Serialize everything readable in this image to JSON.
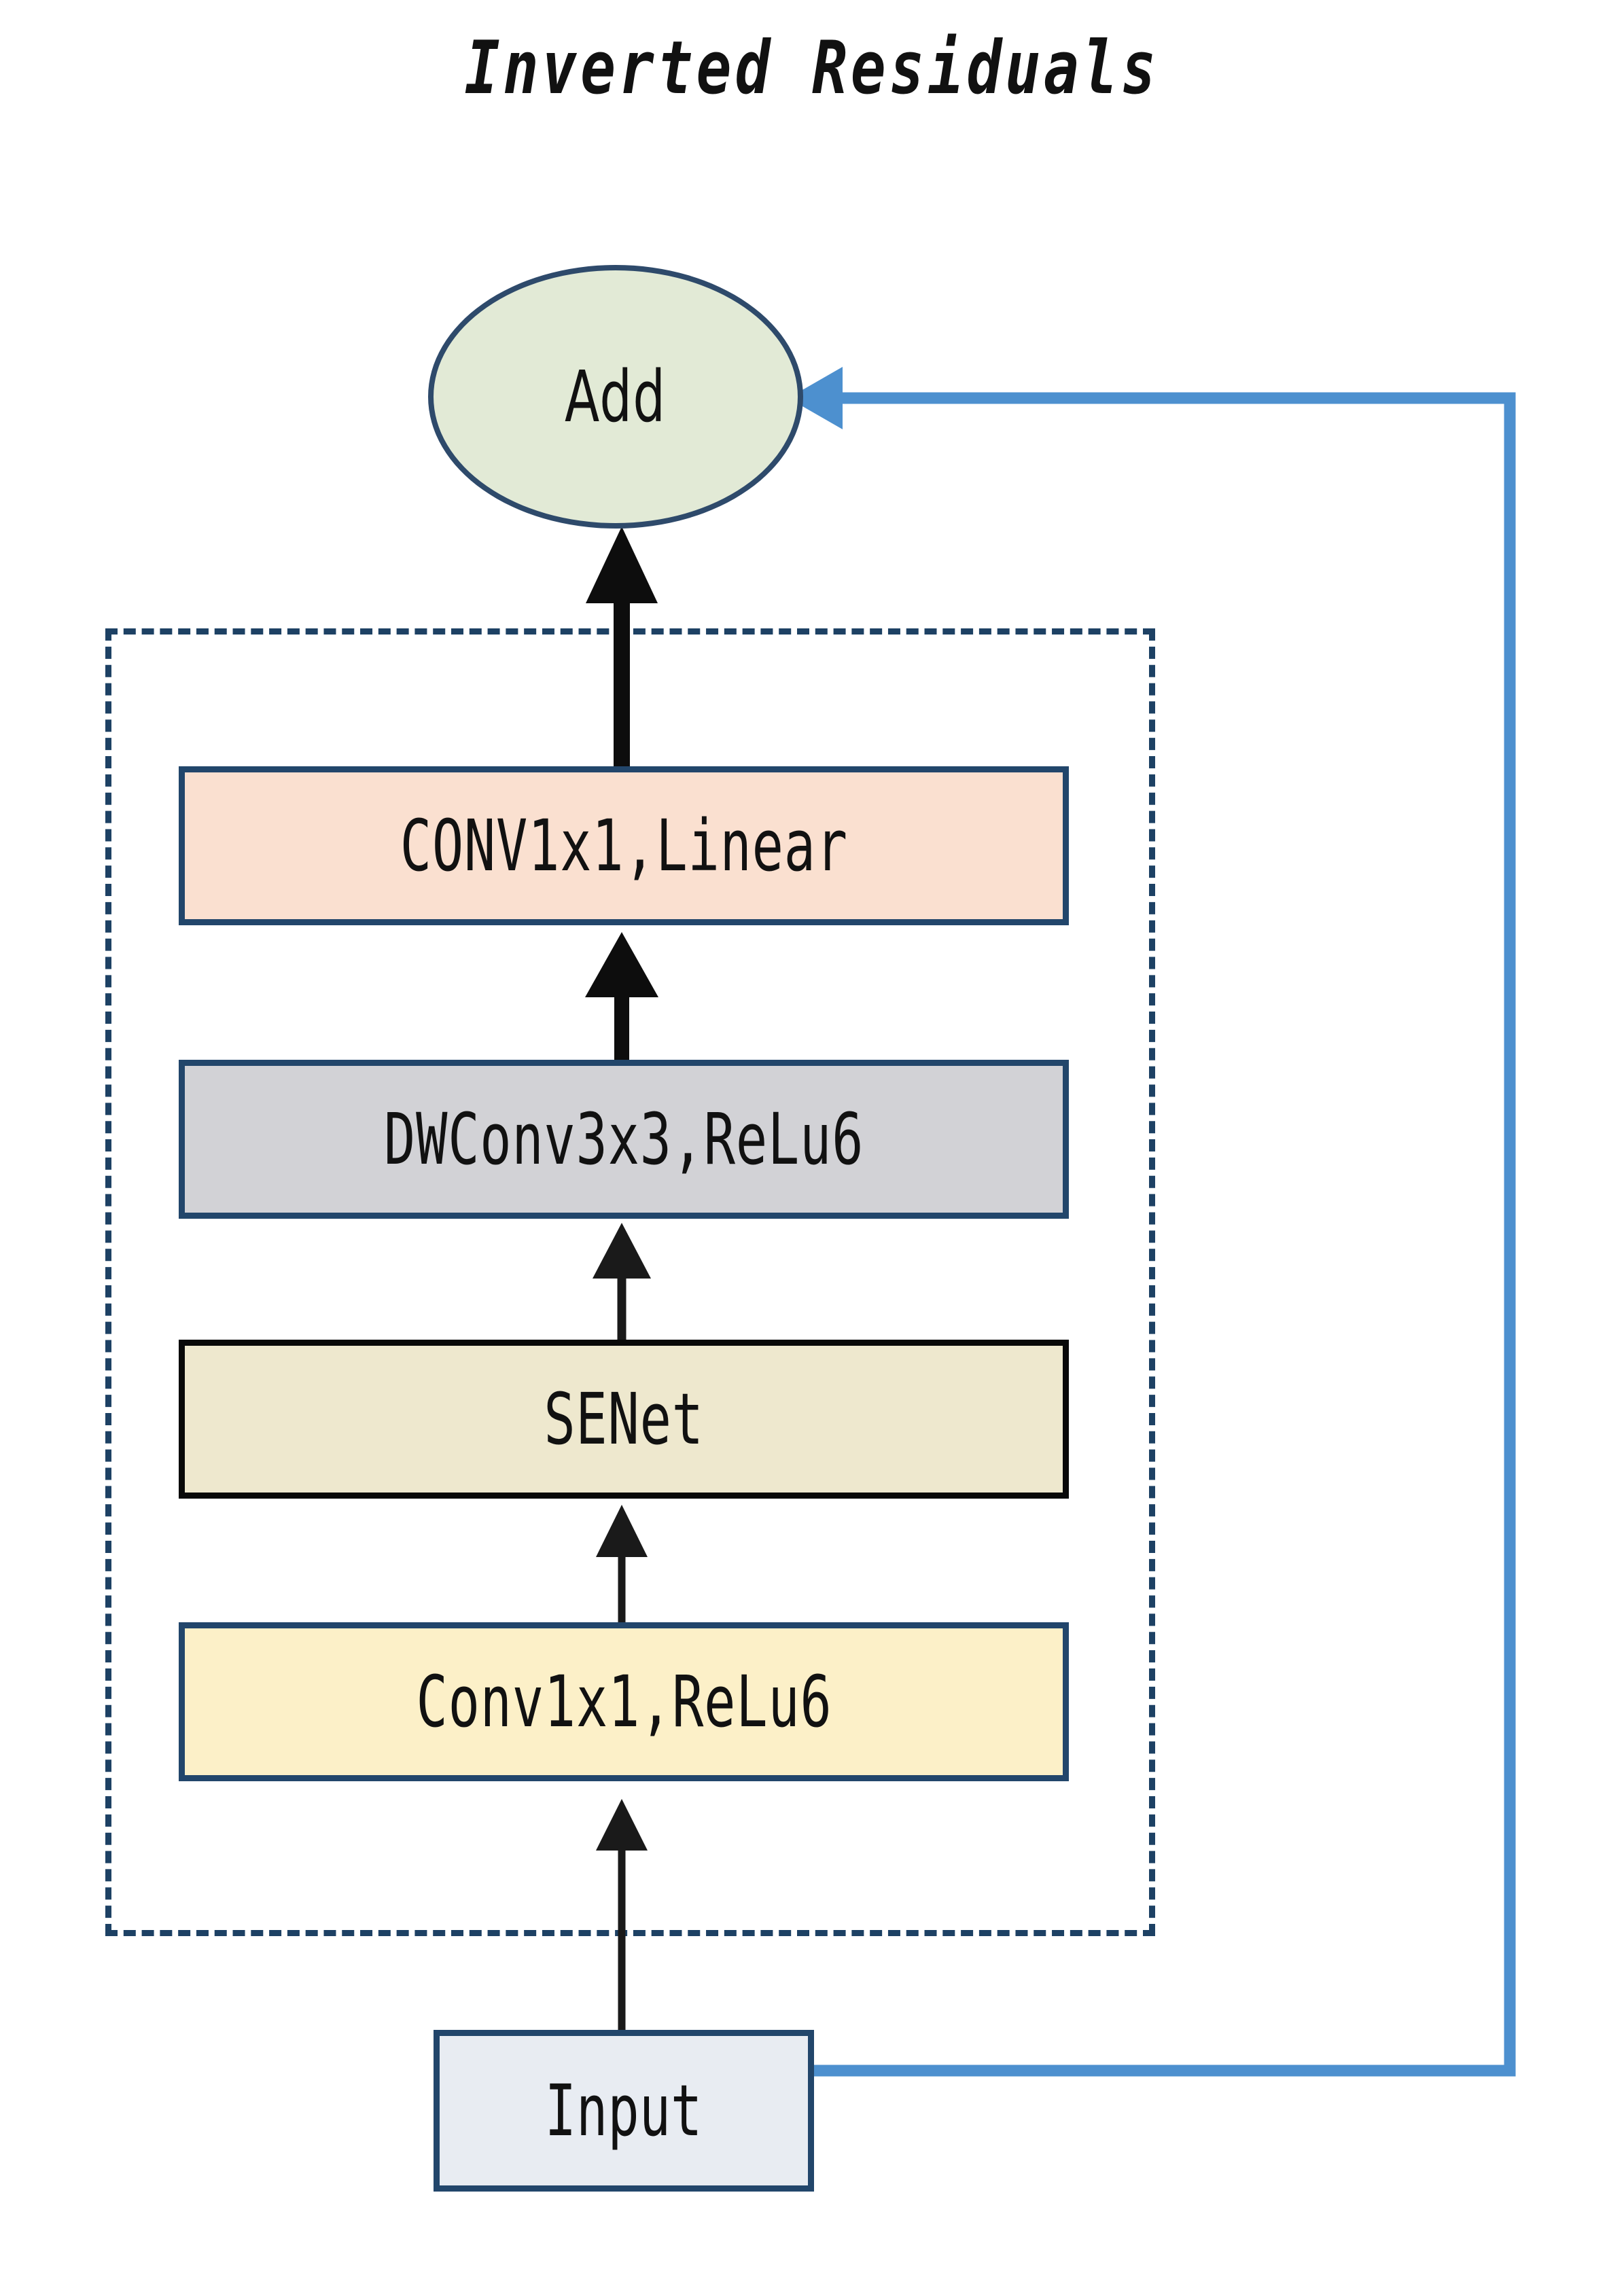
{
  "title": "Inverted Residuals",
  "nodes": {
    "add": {
      "label": "Add",
      "shape": "ellipse",
      "fill": "#e2ead6",
      "stroke": "#2e4a6b"
    },
    "conv_linear": {
      "label": "CONV1x1,Linear",
      "shape": "rect",
      "fill": "#fae0d0",
      "stroke": "#22466b"
    },
    "dwconv": {
      "label": "DWConv3x3,ReLu6",
      "shape": "rect",
      "fill": "#d2d2d6",
      "stroke": "#22466b"
    },
    "senet": {
      "label": "SENet",
      "shape": "rect",
      "fill": "#eee8ce",
      "stroke": "#090909"
    },
    "conv_relu": {
      "label": "Conv1x1,ReLu6",
      "shape": "rect",
      "fill": "#fcf0c8",
      "stroke": "#22466b"
    },
    "input": {
      "label": "Input",
      "shape": "rect",
      "fill": "#e8ecf2",
      "stroke": "#22466b"
    }
  },
  "edges": [
    {
      "from": "input",
      "to": "conv_relu",
      "style": "solid-thin",
      "color": "#1a1a1a"
    },
    {
      "from": "conv_relu",
      "to": "senet",
      "style": "solid-thin",
      "color": "#1a1a1a"
    },
    {
      "from": "senet",
      "to": "dwconv",
      "style": "solid-thin",
      "color": "#1a1a1a"
    },
    {
      "from": "dwconv",
      "to": "conv_linear",
      "style": "solid-thick",
      "color": "#0d0d0d"
    },
    {
      "from": "conv_linear",
      "to": "add",
      "style": "solid-thick",
      "color": "#0d0d0d"
    },
    {
      "from": "input",
      "to": "add",
      "style": "skip-connection",
      "color": "#4d90cf"
    }
  ],
  "container": {
    "name": "inverted-residual-block",
    "border_style": "dashed",
    "border_color": "#1d4164"
  },
  "colors": {
    "background": "#ffffff",
    "dashed_border": "#1d4164",
    "skip_arrow": "#4d90cf",
    "arrow_black": "#0d0d0d",
    "text": "#111111"
  }
}
